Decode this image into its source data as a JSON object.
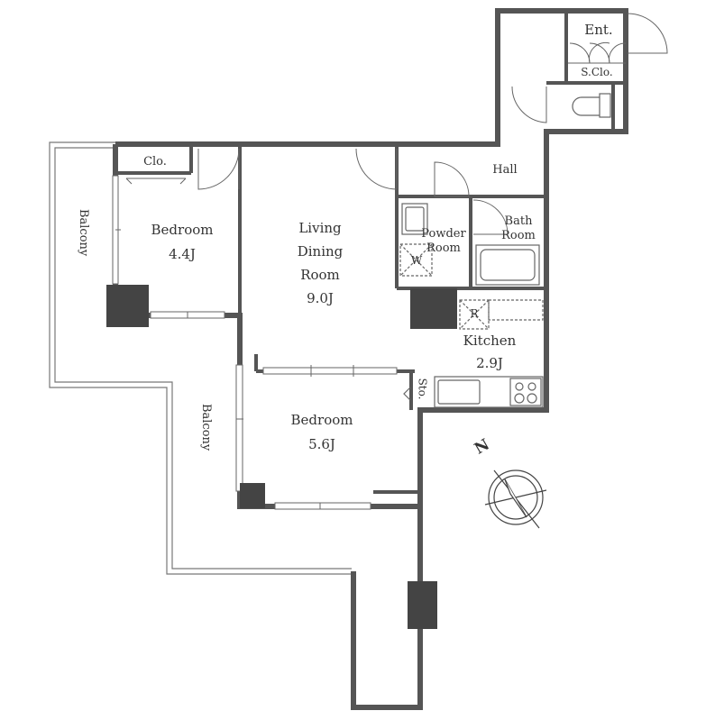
{
  "rooms": {
    "entrance": "Ent.",
    "shoe_closet": "S.Clo.",
    "hall": "Hall",
    "closet": "Clo.",
    "bedroom1": {
      "name": "Bedroom",
      "size": "4.4J"
    },
    "living": {
      "line1": "Living",
      "line2": "Dining",
      "line3": "Room",
      "size": "9.0J"
    },
    "powder": {
      "line1": "Powder",
      "line2": "Room"
    },
    "washer": "W",
    "bath": {
      "line1": "Bath",
      "line2": "Room"
    },
    "refrigerator": "R",
    "kitchen": {
      "name": "Kitchen",
      "size": "2.9J"
    },
    "storage": "Sto.",
    "bedroom2": {
      "name": "Bedroom",
      "size": "5.6J"
    },
    "balcony_left": "Balcony",
    "balcony_mid": "Balcony"
  },
  "compass": {
    "north": "N",
    "icon": "compass-icon"
  },
  "colors": {
    "wall": "#555555",
    "column": "#444444",
    "line": "#666666",
    "text": "#333333"
  }
}
